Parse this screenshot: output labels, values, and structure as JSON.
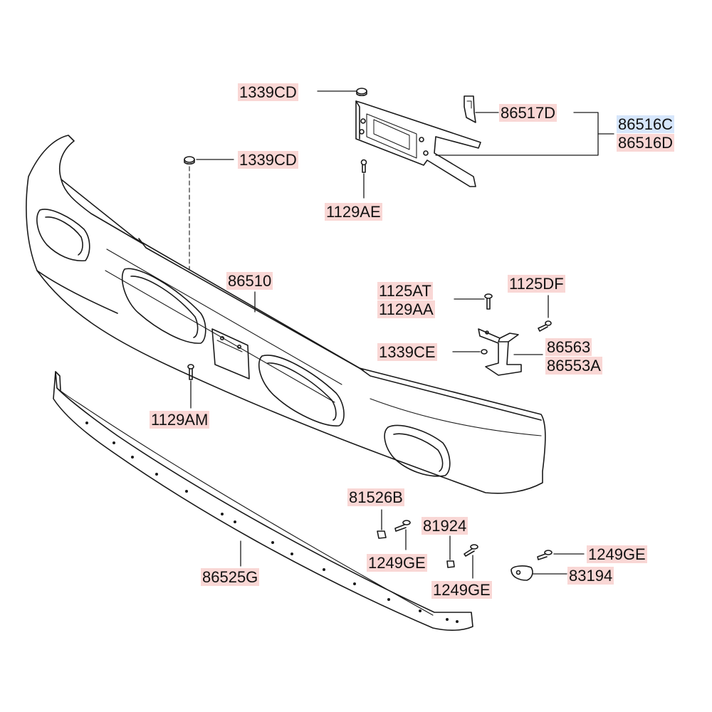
{
  "colors": {
    "label_highlight": "#f9d7d5",
    "selected_highlight": "#d6e6fb",
    "line": "#1a1a1a"
  },
  "parts": {
    "p_1339cd_top": "1339CD",
    "p_86517d": "86517D",
    "p_86516c": "86516C",
    "p_86516d": "86516D",
    "p_1339cd_mid": "1339CD",
    "p_1129ae": "1129AE",
    "p_86510": "86510",
    "p_1125at": "1125AT",
    "p_1129aa": "1129AA",
    "p_1125df": "1125DF",
    "p_1339ce": "1339CE",
    "p_86563": "86563",
    "p_86553a": "86553A",
    "p_1129am": "1129AM",
    "p_81526b": "81526B",
    "p_81924": "81924",
    "p_1249ge_a": "1249GE",
    "p_1249ge_b": "1249GE",
    "p_1249ge_c": "1249GE",
    "p_83194": "83194",
    "p_86525g": "86525G"
  }
}
